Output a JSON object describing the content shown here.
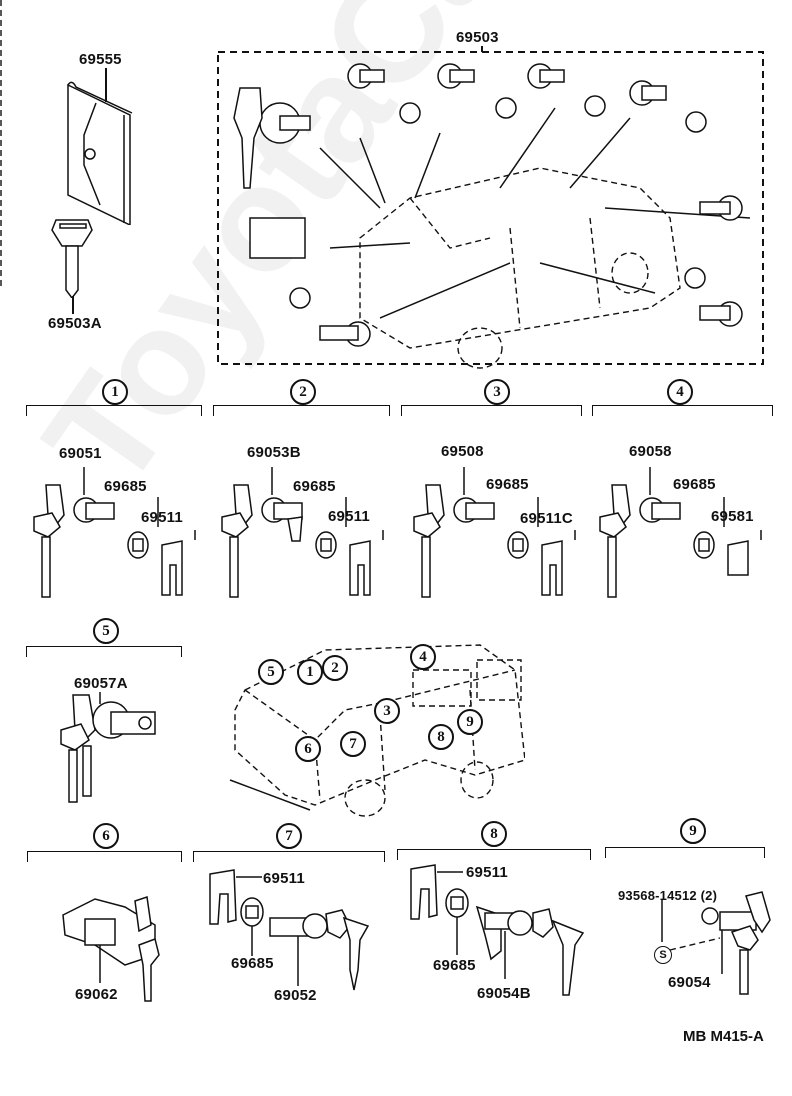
{
  "diagram": {
    "title_code": "MB  M415-A",
    "watermark": "ToyotaCarMine.ru",
    "top": {
      "case_label": "69555",
      "blank_key_label": "69503A",
      "set_label": "69503"
    },
    "groups": [
      {
        "number": "1",
        "parts": [
          "69051",
          "69685",
          "69511"
        ]
      },
      {
        "number": "2",
        "parts": [
          "69053B",
          "69685",
          "69511"
        ]
      },
      {
        "number": "3",
        "parts": [
          "69508",
          "69685",
          "69511C"
        ]
      },
      {
        "number": "4",
        "parts": [
          "69058",
          "69685",
          "69581"
        ]
      },
      {
        "number": "5",
        "parts": [
          "69057A"
        ]
      },
      {
        "number": "6",
        "parts": [
          "69062"
        ]
      },
      {
        "number": "7",
        "parts": [
          "69511",
          "69685",
          "69052"
        ]
      },
      {
        "number": "8",
        "parts": [
          "69511",
          "69685",
          "69054B"
        ]
      },
      {
        "number": "9",
        "parts": [
          "93568-14512 (2)",
          "69054"
        ],
        "symbol": "S"
      }
    ],
    "vehicle_callouts": [
      "5",
      "1",
      "2",
      "4",
      "3",
      "7",
      "8",
      "9",
      "6"
    ]
  }
}
